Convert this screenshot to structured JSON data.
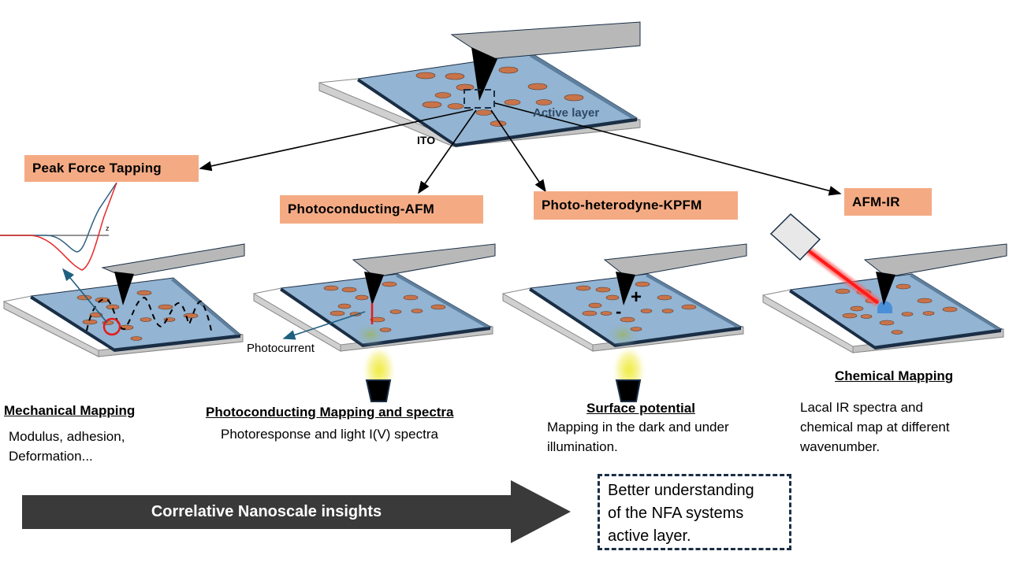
{
  "center": {
    "active_layer_label": "Active layer",
    "ito_label": "ITO"
  },
  "techniques": [
    {
      "name": "Peak Force Tapping",
      "title": "Mechanical Mapping",
      "description": [
        "Modulus, adhesion,",
        "Deformation..."
      ]
    },
    {
      "name": "Photoconducting-AFM",
      "title": "Photoconducting Mapping and spectra",
      "description": [
        "Photoresponse and light I(V) spectra"
      ]
    },
    {
      "name": "Photo-heterodyne-KPFM",
      "title": "Surface potential",
      "description": [
        "Mapping in the dark and under",
        "illumination."
      ]
    },
    {
      "name": "AFM-IR",
      "title": "Chemical Mapping",
      "description": [
        "Lacal IR spectra and",
        "chemical map at different",
        "wavenumber."
      ]
    }
  ],
  "annotations": {
    "photocurrent": "Photocurrent",
    "z_axis": "z",
    "plus": "+",
    "minus": "-"
  },
  "bottom": {
    "arrow_text": "Correlative Nanoscale insights",
    "conclusion": [
      "Better understanding",
      "of the NFA systems",
      "active layer."
    ]
  },
  "colors": {
    "label_fill": "#f4ab84",
    "active_layer": "#93b4d2",
    "active_layer_edge": "#1a2e45",
    "particle": "#c8734a",
    "cantilever": "#b8b8b8",
    "arrow_band": "#3a3a3a",
    "laser": "#ff1a1a",
    "light": "#f0ec3a"
  }
}
